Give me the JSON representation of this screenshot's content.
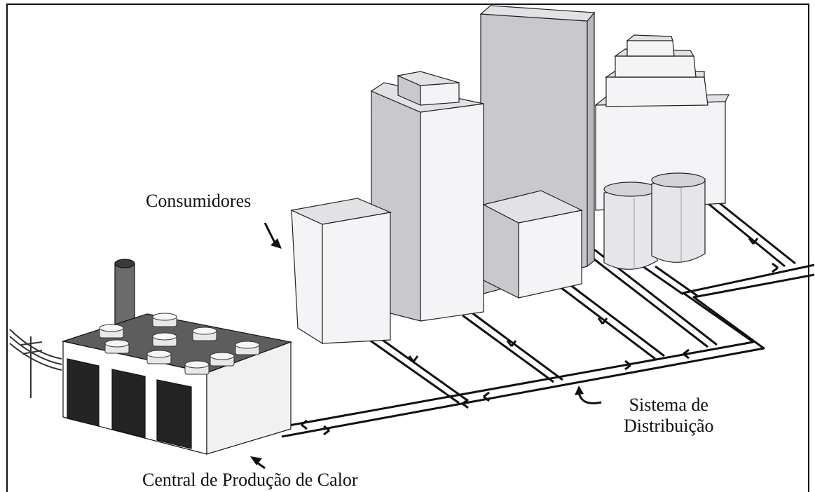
{
  "labels": {
    "consumers": "Consumidores",
    "distribution_line1": "Sistema de",
    "distribution_line2": "Distribuição",
    "central": "Central de Produção de Calor"
  },
  "colors": {
    "building_front": "#f4f4f6",
    "building_side": "#c9c9cd",
    "building_top": "#e2e2e6",
    "factory_dark": "#242424",
    "factory_roof": "#5d5d5d",
    "chimney": "#6b6b6b",
    "outline": "#111111"
  }
}
